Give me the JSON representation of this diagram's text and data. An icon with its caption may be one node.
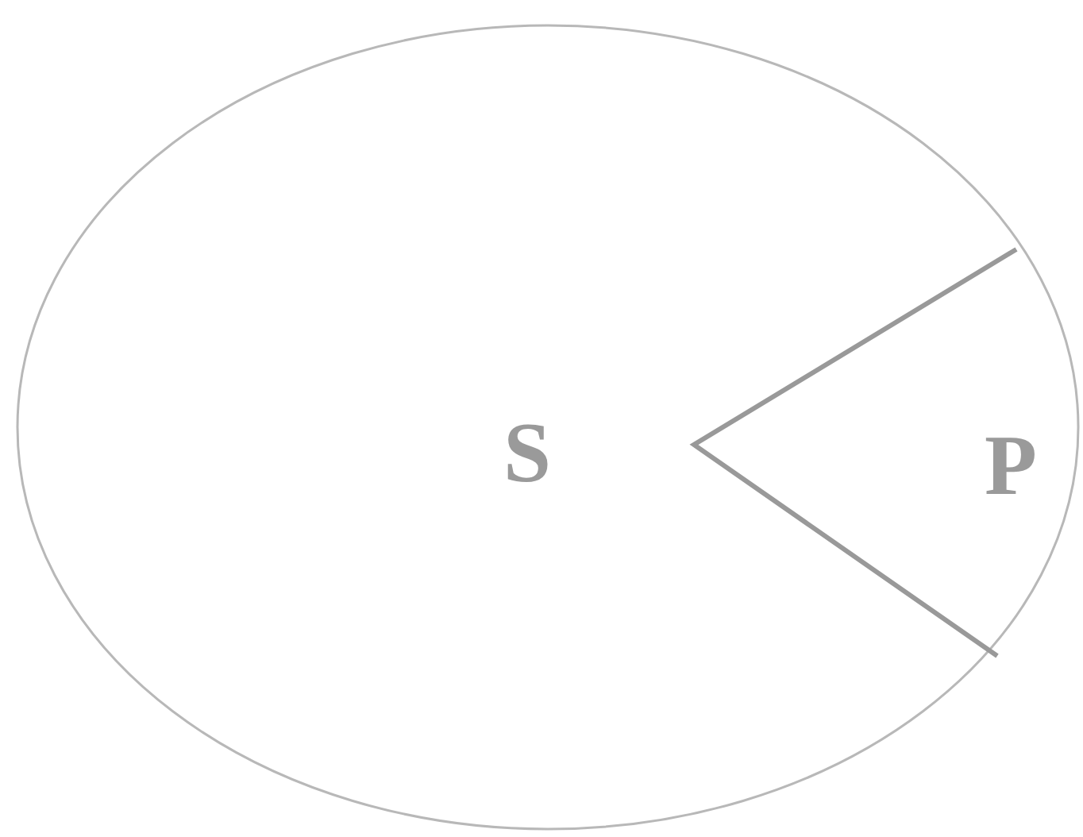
{
  "diagram": {
    "nodes": [
      {
        "text": [
          "S"
        ]
      },
      {
        "text": [
          "P"
        ],
        "in": 0
      }
    ]
  }
}
